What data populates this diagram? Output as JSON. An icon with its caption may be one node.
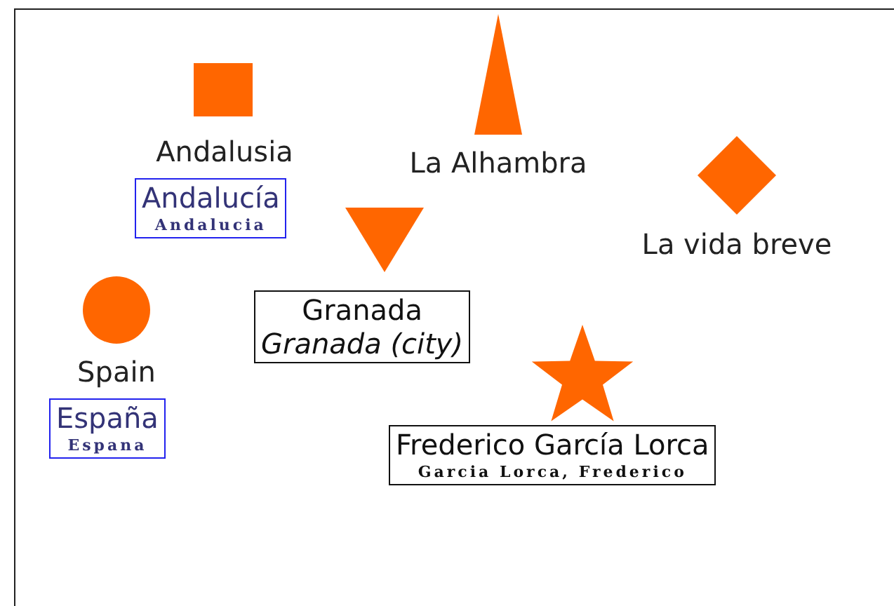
{
  "diagram": {
    "nodes": [
      {
        "text": [],
        "shape": "triangle",
        "beside": [
          "La Alhambra"
        ]
      },
      {
        "text": [],
        "shape": "box",
        "beside": [
          "Andalusia"
        ]
      },
      {
        "text": [],
        "shape": "diamond",
        "beside": [
          "La vida breve"
        ]
      },
      {
        "text": [
          "Andalucía",
          "Andalucia"
        ]
      },
      {
        "text": [],
        "shape": "triangle"
      },
      {
        "text": [],
        "shape": "circle",
        "beside": [
          "Spain"
        ]
      },
      {
        "text": [
          "Granada",
          "Granada (city)"
        ]
      },
      {
        "text": [],
        "shape": "star"
      },
      {
        "text": [
          "España",
          "Espana"
        ]
      },
      {
        "text": [
          "Frederico García Lorca",
          "Garcia Lorca, Frederico"
        ]
      }
    ]
  }
}
